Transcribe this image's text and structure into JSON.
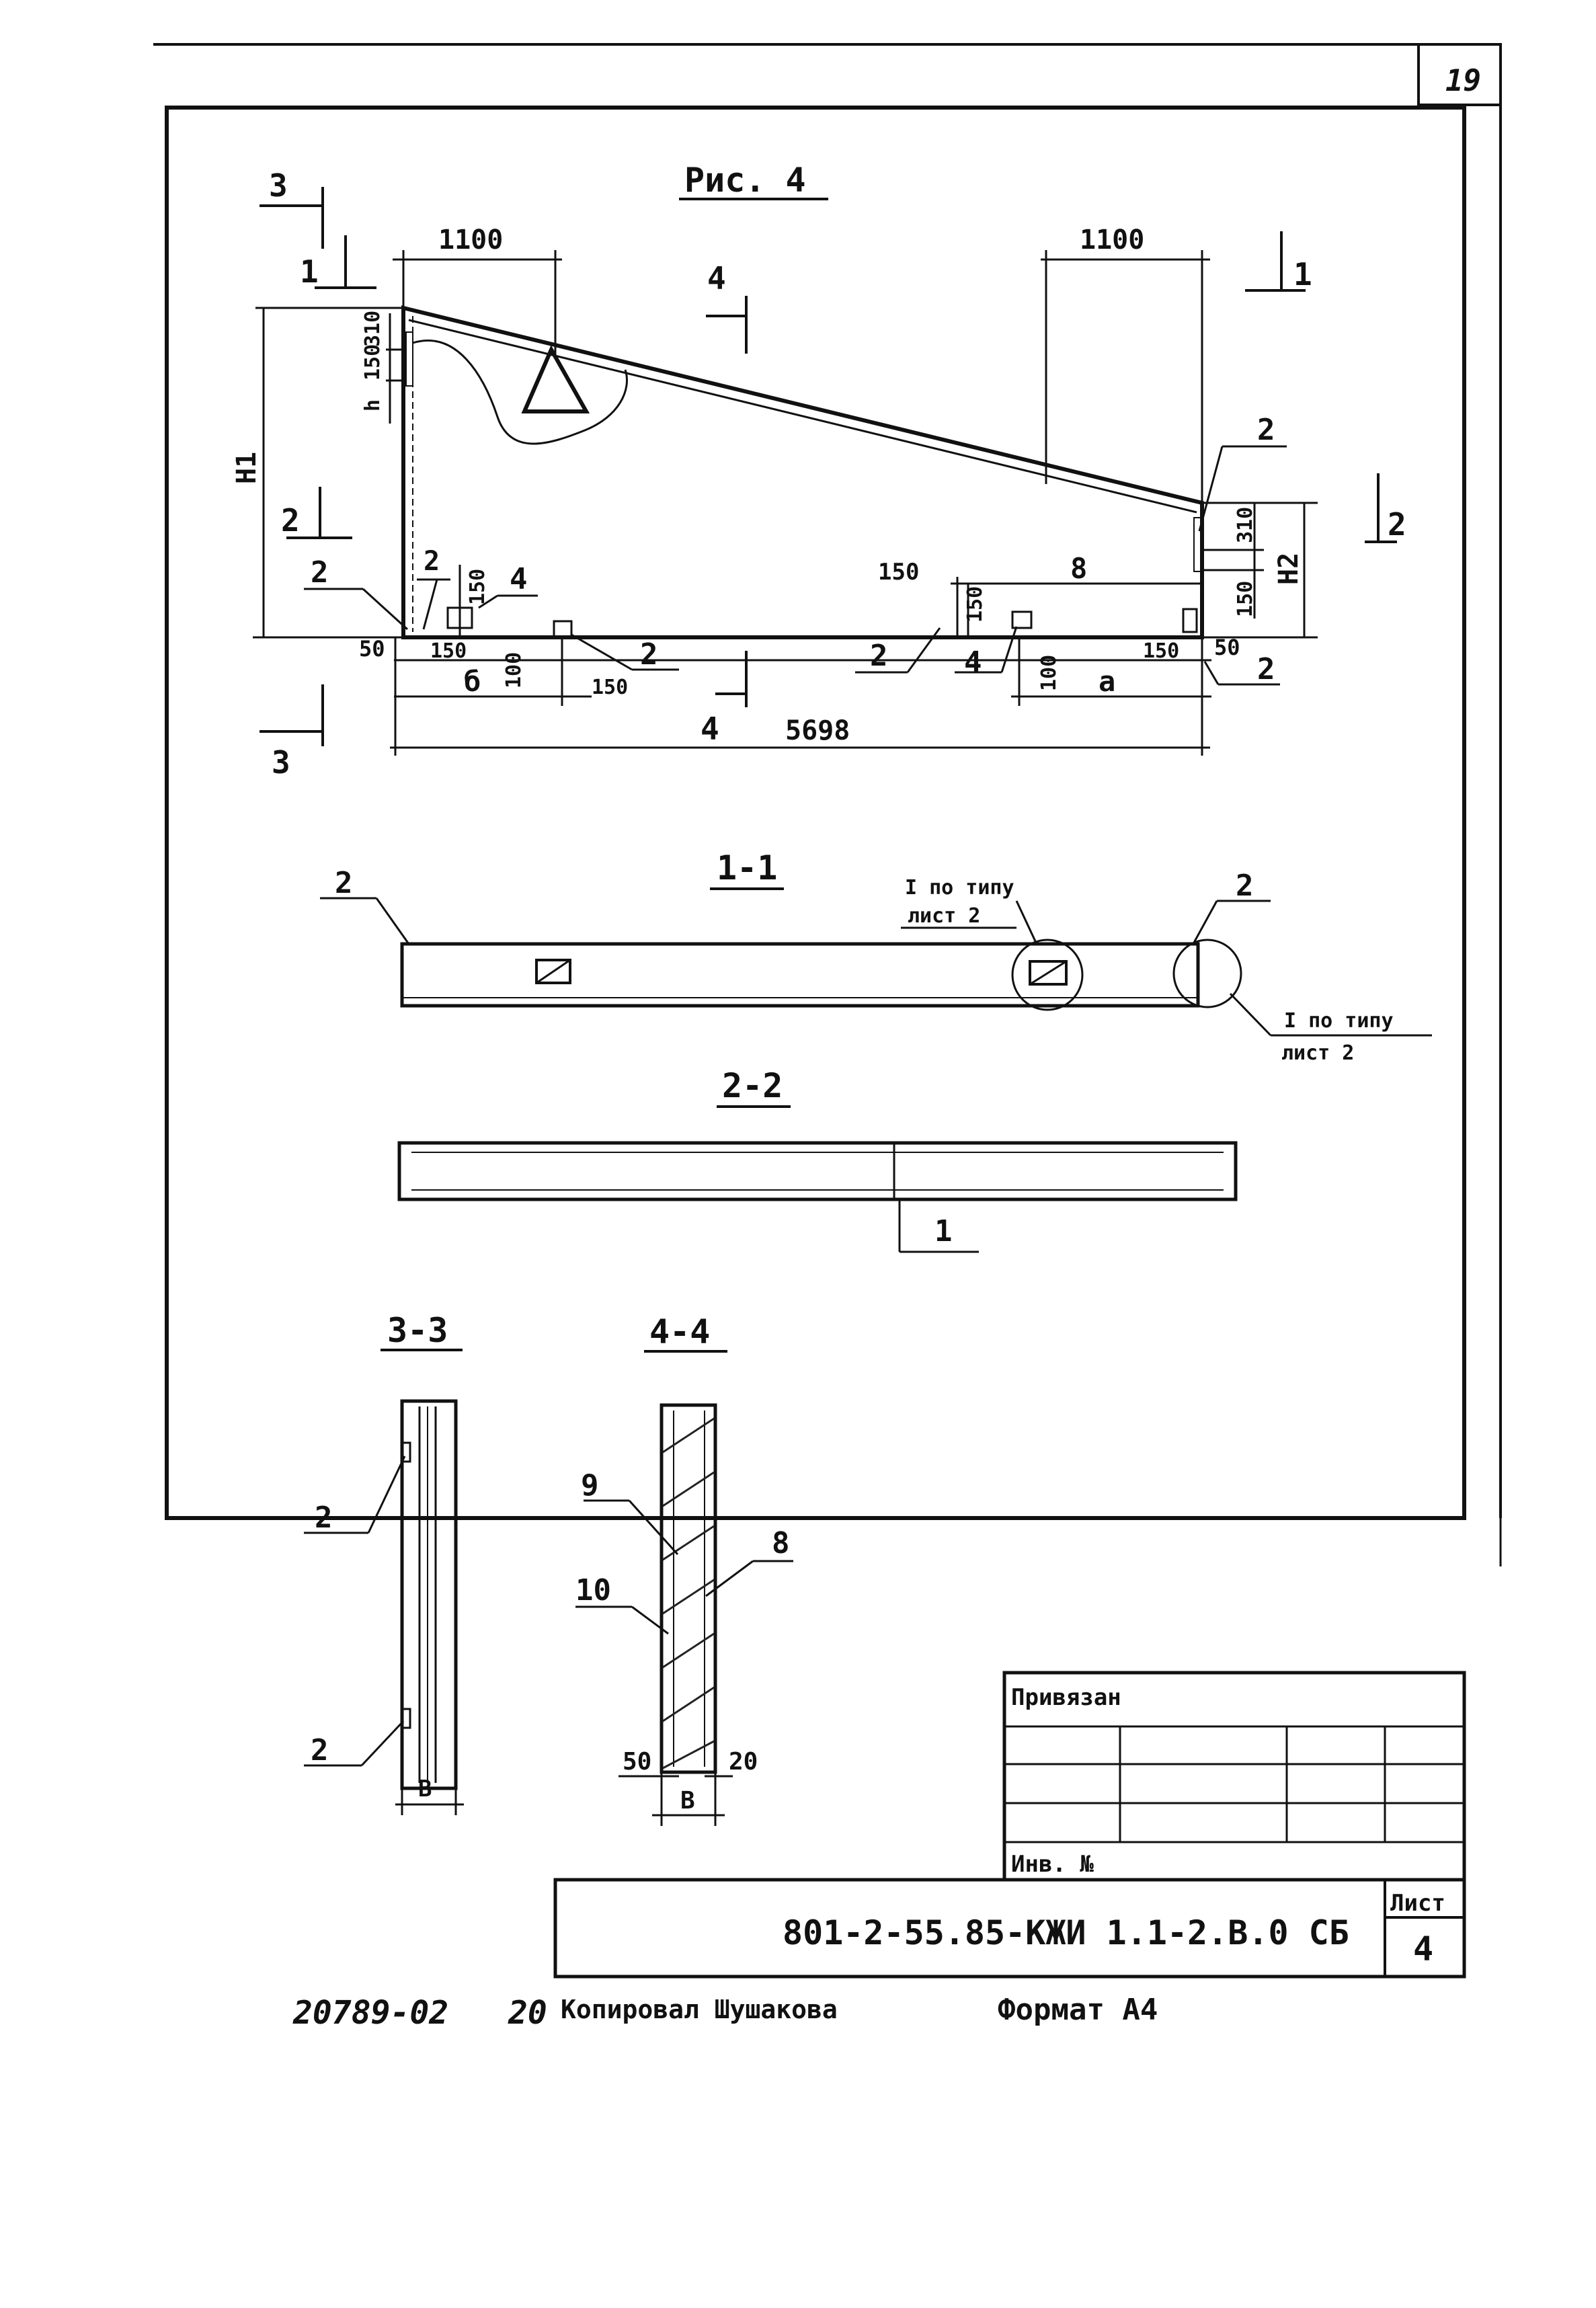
{
  "sheet_number": "19",
  "figure_title": "Рис. 4",
  "section_labels": {
    "s11": "1-1",
    "s22": "2-2",
    "s33": "3-3",
    "s44": "4-4"
  },
  "section_markers": {
    "m1": "1",
    "m2": "2",
    "m3": "3",
    "m4": "4"
  },
  "dimensions": {
    "top_left": "1100",
    "top_right": "1100",
    "total_length": "5698",
    "d310_left": "310",
    "d150_left": "150",
    "d310_right": "310",
    "d150_right_bottom": "150",
    "d150_mid": "150",
    "d150_bottom_left": "150",
    "d150_bottom_b": "150",
    "d150_bottom_right": "150",
    "d150_right_opening": "150",
    "d100_left": "100",
    "d100_right": "100",
    "d50_left": "50",
    "d50_right": "50",
    "dim_b": "б",
    "dim_a": "а",
    "dim_8": "8",
    "h1": "H1",
    "h2": "H2",
    "ha": "h",
    "thk_50": "50",
    "thk_20": "20",
    "width_b33": "B",
    "width_b44": "B"
  },
  "callouts": {
    "c2": "2",
    "c4": "4",
    "c1": "1",
    "c8": "8",
    "c9": "9",
    "c10": "10"
  },
  "notes": {
    "detail_top_line1": "I по типу",
    "detail_top_line2": "лист 2",
    "detail_right_line1": "I по типу",
    "detail_right_line2": "лист 2"
  },
  "title_block": {
    "linked_label": "Привязан",
    "inv_label": "Инв. №",
    "document_code": "801-2-55.85-КЖИ 1.1-2.В.0 СБ",
    "sheet_label": "Лист",
    "sheet_value": "4"
  },
  "footer": {
    "order_number": "20789-02",
    "page_number": "20",
    "copied_by": "Копировал Шушакова",
    "format": "Формат А4"
  }
}
